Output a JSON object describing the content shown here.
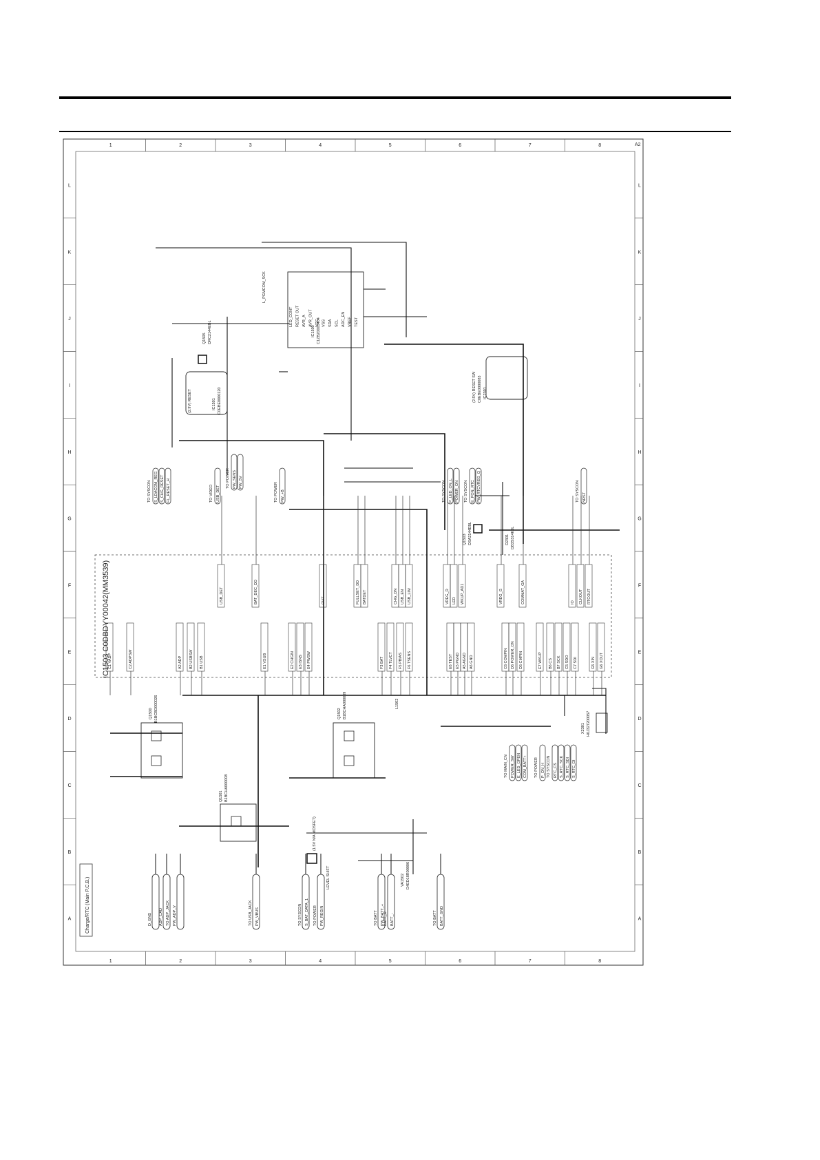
{
  "page": {
    "sheet_label": "Charge/RTC (Main P.C.B.)",
    "sheet_id": "A2",
    "ic_title": "IC1503 C0DBDYY00042(MM3539)"
  },
  "grid": {
    "columns": [
      "1",
      "2",
      "3",
      "4",
      "5",
      "6",
      "7",
      "8"
    ],
    "rows": [
      "A",
      "B",
      "C",
      "D",
      "E",
      "F",
      "G",
      "H",
      "I",
      "J",
      "K",
      "L"
    ]
  },
  "ic1503_left_pins": [
    "C1 VADP",
    "C2 ADPSW",
    "A2 ADP",
    "B2 USBSW",
    "B1 USB",
    "E1 VSUB",
    "E2 CHGIN",
    "E3 ISNS",
    "E4 PWSW",
    "F3 BAT",
    "F4 TLVCT",
    "F5 PBIAS",
    "F6 TSENS",
    "E6 TEST",
    "E5 PGND",
    "A5 AGND",
    "A6 GND",
    "C6 COMPIN",
    "D6 POWER_ON",
    "D5 CMPIN",
    "E7 WKUP",
    "B6 CS",
    "B7 SCK",
    "C5 SDO",
    "C7 SDI",
    "G5 XIN",
    "G6 XOUT"
  ],
  "ic1503_right_pins": [
    "USB_DET",
    "BAT_DEC_DD",
    "OUT",
    "FULLSET_DD",
    "BATDET",
    "CHG_DN",
    "USB_EN",
    "USB_LIM",
    "VREG_D",
    "LED",
    "WKUP_AD1",
    "VREG_G",
    "COMMAT_GA",
    "IO",
    "CLKOUT",
    "RTCOUT"
  ],
  "ic1500": {
    "ref": "IC1500",
    "part": "C1ZBZ0003404",
    "pins": [
      "LED_CONT",
      "RESET OUT",
      "AVR_A",
      "AVR_OUT",
      "VCC",
      "VSS",
      "SDA",
      "SCL",
      "ADC_EN",
      "VREF",
      "TEST"
    ]
  },
  "reset_ics": [
    {
      "ref": "IC1501",
      "part": "C0EBE0000120",
      "label": "(2.9V) RESET"
    },
    {
      "ref": "IC2301",
      "part": "C0EBE0000083",
      "label": "(2.5V) RESET SW"
    }
  ],
  "transistors": [
    {
      "ref": "Q1500",
      "part": "B1BCBD000026",
      "block": "Q1500"
    },
    {
      "ref": "Q1501",
      "part": "B1BCHA000008",
      "block": "Q1501"
    },
    {
      "ref": "Q1502",
      "part": "B1BCHA000009",
      "block": "Q1502"
    },
    {
      "ref": "Q1505",
      "part": "DRC2144EBL"
    },
    {
      "ref": "Q1503",
      "part": "DSA2144EBL"
    }
  ],
  "labels": {
    "charge_line": "L_PGMCOM_SCK",
    "level_shift": "LEVEL SHIFT",
    "level_shift_part": "(1.5V N/A MOSFET)",
    "crystal": "X2301",
    "crystal_part": "H0J327200057",
    "diode": "D2301",
    "diode_part": "DB3S314K0L",
    "va_ref": "VA1502",
    "va_part": "D4ED18R00006",
    "coil": "L1502"
  },
  "bottom_connectors": [
    {
      "dest": "D_GND",
      "sub": ""
    },
    {
      "dest": "ADP_CAD",
      "sub": "TO ADP_JACK"
    },
    {
      "dest": "PW_ADP_V",
      "sub": ""
    },
    {
      "dest": "TO USB_JACK",
      "sub": "PW_VBUS"
    },
    {
      "dest": "TO SYSCON",
      "sub": "S_BAT_DATA_1"
    },
    {
      "dest": "TO POWER",
      "sub": "PW_REGIN"
    },
    {
      "dest": "TO BATT",
      "sub": "PW_BATT_+"
    },
    {
      "dest": "BATT_D",
      "sub": "BATT_-"
    },
    {
      "dest": "TO BATT",
      "sub": "BATT_GND"
    }
  ],
  "left_connectors": [
    {
      "dest": "TO SYSCON",
      "signals": [
        "S_LDACOM_REG",
        "S_CHG_RESET",
        "FL_RESET_H"
      ]
    },
    {
      "dest": "TO VIDEO",
      "signals": [
        "USB_DET"
      ]
    },
    {
      "dest": "TO POWER",
      "signals": [
        "PW_SENS",
        "PW_5V"
      ]
    },
    {
      "dest": "TO POWER",
      "signals": [
        "PW_+B"
      ]
    },
    {
      "dest": "TO SYSCON",
      "signals": [
        "P_LED_ON_L",
        "POWER_ON"
      ]
    },
    {
      "dest": "TO SYSCON",
      "signals": [
        "E_PON_RTC",
        "PW_RTCVREG_Q"
      ]
    },
    {
      "dest": "TO SYSCON",
      "signals": [
        "NRST"
      ]
    }
  ],
  "right_connectors": [
    {
      "dest": "TO MAIN_CN",
      "signals": [
        "POWER_SW",
        "E_LED_OPEN",
        "COM_BATT+"
      ]
    },
    {
      "dest": "TO POWER",
      "signals": [
        "P_ON_H"
      ]
    },
    {
      "dest": "TO SYSCON",
      "signals": [
        "RTC_CS",
        "S_RTC_SCK",
        "S_RTC_SDI",
        "S_RTC_DI"
      ]
    }
  ]
}
